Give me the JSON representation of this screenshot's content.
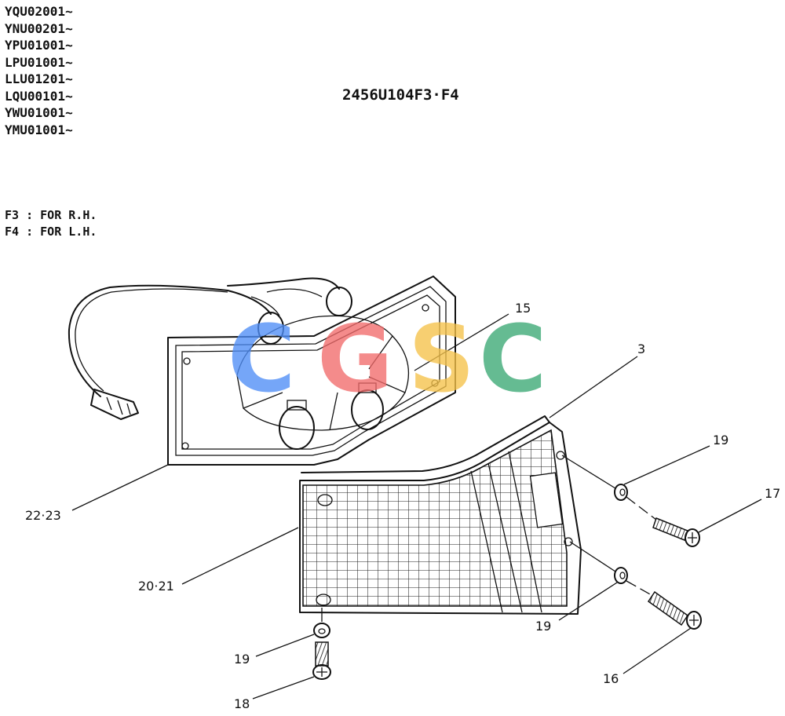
{
  "serial_numbers": [
    "YQU02001~",
    "YNU00201~",
    "YPU01001~",
    "LPU01001~",
    "LLU01201~",
    "LQU00101~",
    "YWU01001~",
    "YMU01001~"
  ],
  "drawing_number": "2456U104F3·F4",
  "notes": [
    "F3 : FOR R.H.",
    "F4 : FOR L.H."
  ],
  "callouts": {
    "c15": "15",
    "c3": "3",
    "c19a": "19",
    "c17": "17",
    "c2223": "22·23",
    "c2021": "20·21",
    "c19b": "19",
    "c16": "16",
    "c19c": "19",
    "c18": "18"
  },
  "watermark": {
    "letters": [
      "C",
      "G",
      "S",
      "C"
    ],
    "colors": [
      "#4f8ef7",
      "#f26b6b",
      "#f5c24a",
      "#3aa874"
    ]
  }
}
